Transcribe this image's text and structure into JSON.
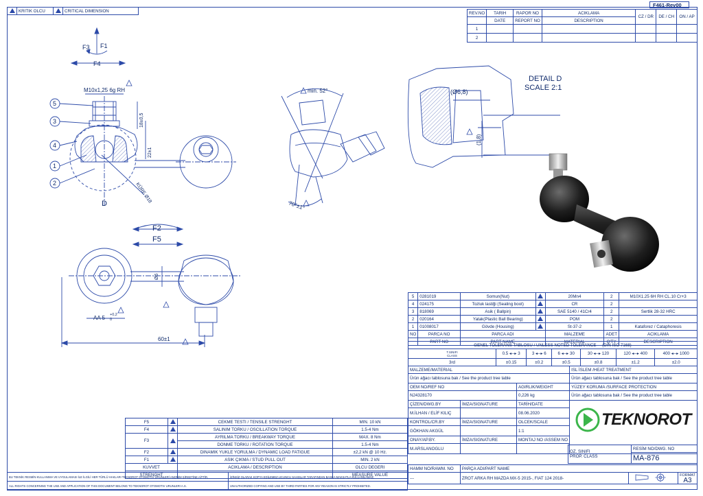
{
  "header": {
    "critical_label": "KRITIK OLCU",
    "critical_dimension": "CRITICAL DIMENSION",
    "form_code": "F461-Rev00"
  },
  "revision": {
    "headers_top": [
      "REV.NO",
      "TARIH",
      "RAPOR NO",
      "ACIKLAMA"
    ],
    "headers_bottom": [
      "DATE",
      "REPORT NO",
      "DESCRIPTION"
    ],
    "approval_cols": [
      "CZ / DR",
      "DE / CH",
      "ON / AP"
    ],
    "rows": [
      "1",
      "2"
    ]
  },
  "drawing": {
    "thread_callout": "M10x1,25 6g RH",
    "dim_18": "18±0,5",
    "dim_22": "22±1",
    "kure": "KÜRE Ø18",
    "detail_ref": "D",
    "angle_min": "min. 52°",
    "angle_70": "70°±1°",
    "detail_title": "DETAIL D",
    "detail_scale": "SCALE 2:1",
    "dim_68": "(Ø6,8)",
    "dim_18b": "(1,8)",
    "f1": "F1",
    "f3": "F3",
    "f4": "F4",
    "f2": "F2",
    "f5": "F5",
    "dim_aa": "AA 5",
    "dim_aa_tol_top": "+0,2",
    "dim_aa_tol_bot": "0",
    "dim_60": "60±1",
    "dim_36": "Ø6",
    "balloons": [
      "5",
      "3",
      "4",
      "1",
      "2"
    ]
  },
  "parts": {
    "rows": [
      {
        "no": "5",
        "part_no": "0281019",
        "name": "Somun(Nut)",
        "material": "20Mn4",
        "qty": "2",
        "desc": "M10X1.25 6H RH CL.10 Cr+3"
      },
      {
        "no": "4",
        "part_no": "024175",
        "name": "Tozluk lastiği (Sealing boot)",
        "material": "CR",
        "qty": "2",
        "desc": ""
      },
      {
        "no": "3",
        "part_no": "818069",
        "name": "Asik ( Ballpin)",
        "material": "SAE 5140 / 41Cr4",
        "qty": "2",
        "desc": "Sertlik 28-32 HRC"
      },
      {
        "no": "2",
        "part_no": "020164",
        "name": "Yatak(Plastic Ball Bearing)",
        "material": "POM",
        "qty": "2",
        "desc": ""
      },
      {
        "no": "1",
        "part_no": "01008017",
        "name": "Gövde (Housing)",
        "material": "St-37-2",
        "qty": "1",
        "desc": "Kataforez / Cataphoresis"
      }
    ],
    "head1": [
      "NO",
      "PARCA NO",
      "PARCA ADI",
      "MALZEME",
      "ADET",
      "ACIKLAMA"
    ],
    "head2": [
      "PART NO",
      "PART NAME",
      "MATERIAL",
      "Q'TY",
      "DESCRIPTION"
    ]
  },
  "tolerance": {
    "title": "GENEL TOLERANS TABLOSU / UNLESS NOTED TOLERANCE",
    "standard": "(DIN ISO 7168)",
    "class_label_1": "T.SINIFI",
    "class_label_2": "CLASS",
    "ranges": [
      "0.5 ◂─▸ 3",
      "3 ◂─▸ 6",
      "6 ◂─▸ 30",
      "30 ◂─▸ 120",
      "120 ◂─▸ 400",
      "400 ◂─▸ 1000"
    ],
    "class": "3rd",
    "values": [
      "±0.15",
      "±0.2",
      "±0.5",
      "±0.8",
      "±1.2",
      "±2.0"
    ]
  },
  "info": {
    "material_label": "MALZEME/MATERIAL",
    "material_value": "Ürün ağacı tablosuna bak /  See the product tree table",
    "heat_label": "ISL İSLEM /HEAT TREATMENT",
    "heat_value": "Ürün ağacı tablosuna bak /  See the product tree table",
    "oem_label": "OEM NO/REF NO",
    "weight_label": "AGIRLIK/WEIGHT",
    "surface_label": "YÜZEY KORUMA /SURFACE PROTECTION",
    "oem_value": "N24328170",
    "weight_value": "0,226 kg",
    "surface_value": "Ürün ağacı tablosuna bak /  See the product tree table",
    "drawn_label": "ÇİZEN/DWG.BY",
    "signature_label": "İMZA/SIGNATURE",
    "date_label": "TARİH/DATE",
    "drawn_value": "M.İLHAN / ELİF KILIÇ",
    "date_value": "08.06.2020",
    "checked_label": "KONTROL/CR.BY",
    "scale_label": "OLCEK/SCALE",
    "checked_value": "GÖKHAN AKGÜL",
    "scale_value": "1:1",
    "approved_label": "ONAY/AP.BY.",
    "assembly_label": "MONTAJ NO /ASSEM NO",
    "approved_value": "M.ARSLANOGLU",
    "class_label_1": "OZ. SINIFI",
    "class_label_2": "PROP. CLASS",
    "drawing_no_label": "RESİM NO/DWG. NO",
    "drawing_no": "MA-876",
    "raw_label": "HAMM NO/RAWM. NO",
    "part_name_label": "PARÇA ADI/PART NAME",
    "raw_value": "---",
    "part_name_value": "ZROT ARKA RH MAZDA MX-5 2015-, FIAT 124 2018-",
    "format_label": "FORMAT",
    "format_value": "A3",
    "logo": "TEKNOROT"
  },
  "forces": {
    "rows": [
      {
        "f": "F5",
        "desc": "CEKME TESTI / TENSILE STRENGHT",
        "val": "MIN. 10 kN"
      },
      {
        "f": "F4",
        "desc": "SALINIM TORKU / OSCILLATION TORQUE",
        "val": "1.5-4 Nm"
      },
      {
        "f": "F3",
        "desc": "AYRILMA TORKU / BREAKWAY TORQUE",
        "val": "MAX. 8 Nm"
      },
      {
        "f": "",
        "desc": "DONME TORKU / ROTATION TORQUE",
        "val": "1.5-4 Nm"
      },
      {
        "f": "F2",
        "desc": "DINAMIK YUKLE YORULMA / DYNAMIC LOAD FATIGUE",
        "val": "±2,2 kN @ 10 Hz."
      },
      {
        "f": "F1",
        "desc": "ASIK ÇIKMA / STUD PULL OUT",
        "val": "MIN. 2 kN"
      }
    ],
    "head1": [
      "KUVVET",
      "ACIKLAMA / DESCRIPTION",
      "OLCU DEGERI"
    ],
    "head2": [
      "STRENGHT",
      "",
      "MEASURE VALUE"
    ]
  },
  "legal": {
    "line1a": "BU TEKNİK RESMİN KULLANIMA VE UYGULAMASI İLE İLGİLİ HER TÜRLÜ HAKLARI TEKNOROT OTOMOTİV ÜRÜNLERİ ANONİM ŞİRKETİNE AİTTİR.",
    "line1b": "İZİNSİZ OLARAK KOPYA EDİLEMEZ.UCUNCU SAHISLAR TARAFINDAN BASKA MAKSATLA KULLANILAMAZ.",
    "line2a": "ALL RIGHTS CONCERNING THE USE AND APPLICATION OF THIS DOCUMENT BELONG TO TEKNOROT OTOMOTIV URUNLERI A.S.",
    "line2b": "UNAUTHORIZED COPYING AND USE BY THIRD PARTIES FOR ANY REASON IS STRICTLY PROHIBITED."
  }
}
